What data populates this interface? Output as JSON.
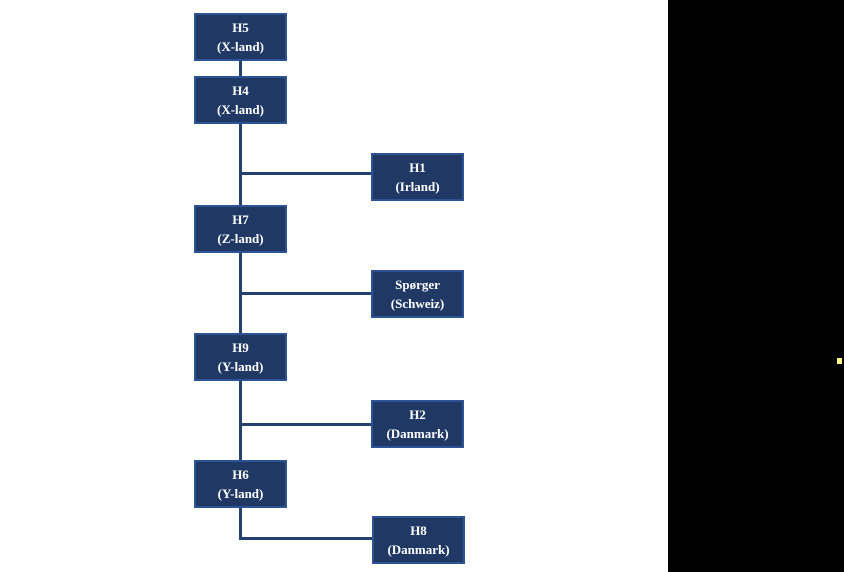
{
  "colors": {
    "canvas_bg": "#ffffff",
    "box_fill": "#1f3864",
    "box_border": "#2e5395",
    "box_text": "#ffffff",
    "connector": "#24416e",
    "panel_bg": "#000000",
    "marker": "#f9f87e"
  },
  "diagram": {
    "nodes": [
      {
        "title": "H5",
        "subtitle": "(X-land)"
      },
      {
        "title": "H4",
        "subtitle": "(X-land)"
      },
      {
        "title": "H1",
        "subtitle": "(Irland)"
      },
      {
        "title": "H7",
        "subtitle": "(Z-land)"
      },
      {
        "title": "Spørger",
        "subtitle": "(Schweiz)"
      },
      {
        "title": "H9",
        "subtitle": "(Y-land)"
      },
      {
        "title": "H2",
        "subtitle": "(Danmark)"
      },
      {
        "title": "H6",
        "subtitle": "(Y-land)"
      },
      {
        "title": "H8",
        "subtitle": "(Danmark)"
      }
    ],
    "edges": [
      [
        "H5",
        "H4"
      ],
      [
        "H4",
        "H1"
      ],
      [
        "H4",
        "H7"
      ],
      [
        "H7",
        "Spørger"
      ],
      [
        "H7",
        "H9"
      ],
      [
        "H9",
        "H2"
      ],
      [
        "H9",
        "H6"
      ],
      [
        "H6",
        "H8"
      ]
    ]
  }
}
